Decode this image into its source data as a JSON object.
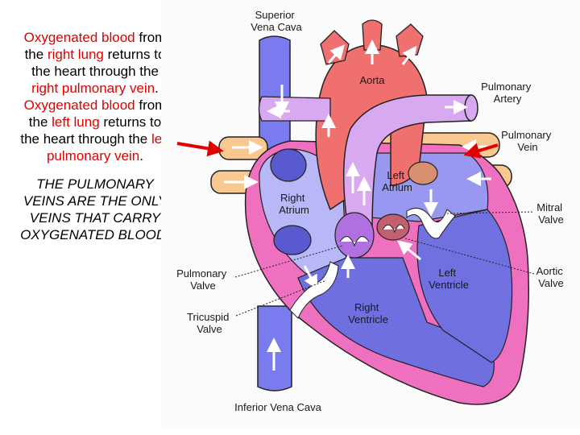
{
  "text_panel": {
    "para1": {
      "s1": "Oxygenated blood",
      "s2": " from the ",
      "s3": "right lung",
      "s4": " returns to the heart through the ",
      "s5": "right pulmonary vein",
      "s6": "."
    },
    "para2": {
      "s1": "Oxygenated blood",
      "s2": " from the ",
      "s3": "left lung",
      "s4": " returns to the heart through the ",
      "s5": "left pulmonary vein",
      "s6": "."
    },
    "emphasis": "THE PULMONARY VEINS ARE THE ONLY VEINS THAT CARRY OXYGENATED BLOOD."
  },
  "labels": {
    "superior_vena_cava": [
      "Superior",
      "Vena Cava"
    ],
    "aorta": "Aorta",
    "pulmonary_artery": [
      "Pulmonary",
      "Artery"
    ],
    "pulmonary_vein": [
      "Pulmonary",
      "Vein"
    ],
    "left_atrium": [
      "Left",
      "Atrium"
    ],
    "right_atrium": [
      "Right",
      "Atrium"
    ],
    "mitral_valve": [
      "Mitral",
      "Valve"
    ],
    "aortic_valve": [
      "Aortic",
      "Valve"
    ],
    "left_ventricle": [
      "Left",
      "Ventricle"
    ],
    "right_ventricle": [
      "Right",
      "Ventricle"
    ],
    "pulmonary_valve": [
      "Pulmonary",
      "Valve"
    ],
    "tricuspid_valve": [
      "Tricuspid",
      "Valve"
    ],
    "inferior_vena_cava": "Inferior Vena Cava"
  },
  "colors": {
    "highlight_red": "#e00000",
    "vena_cava": "#7b7bf0",
    "aorta": "#f07070",
    "pulmonary_artery": "#d8a8f0",
    "pulmonary_vein": "#f8c890",
    "heart_wall": "#f070c0",
    "right_chambers": "#b8b8f8",
    "left_chambers": "#7070e0"
  }
}
